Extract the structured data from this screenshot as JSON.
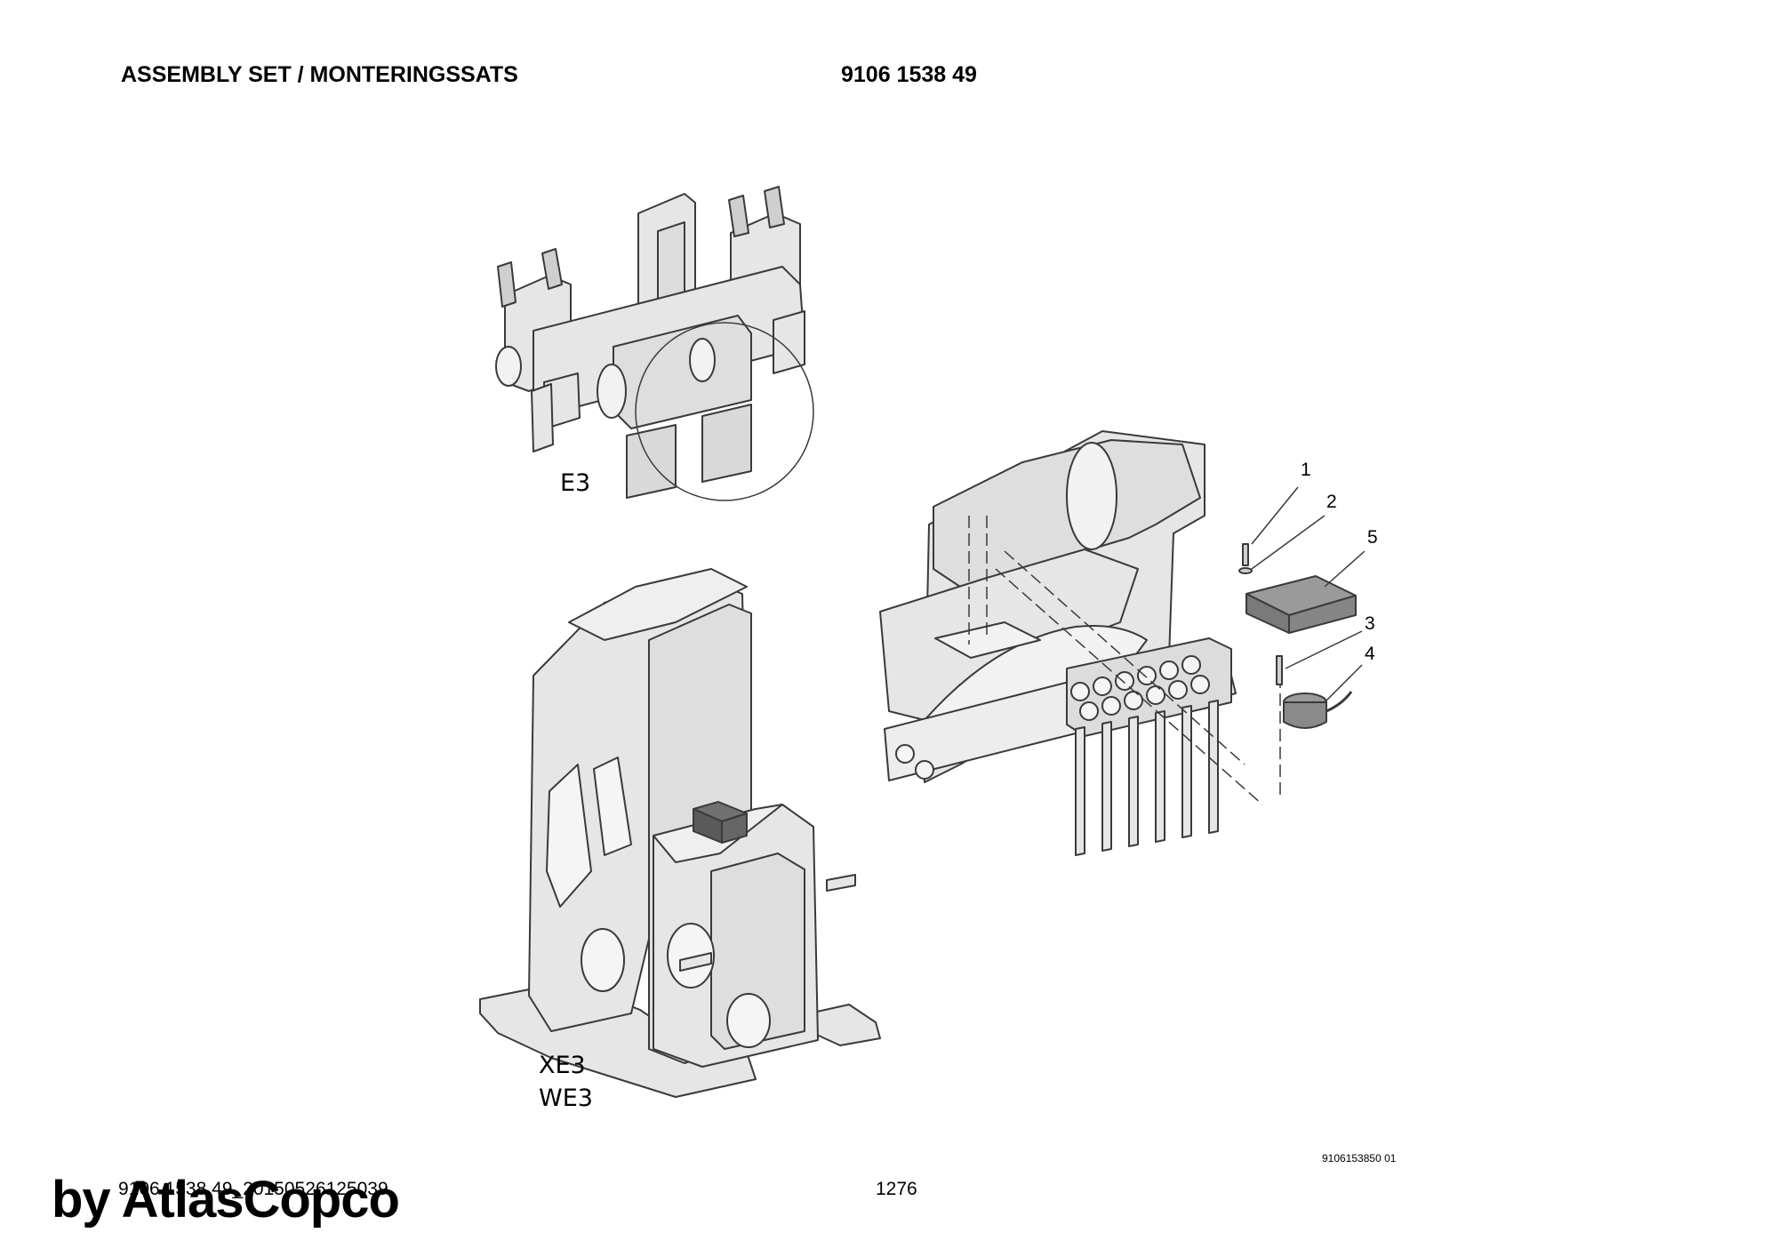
{
  "header": {
    "title": "ASSEMBLY SET / MONTERINGSSATS",
    "part_number": "9106 1538 49"
  },
  "views": {
    "top": "E3",
    "bottom_line1": "XE3",
    "bottom_line2": "WE3"
  },
  "callouts": [
    "1",
    "2",
    "5",
    "3",
    "4"
  ],
  "footer": {
    "file_id": "9106 1538 49_20150526125039",
    "page": "1276",
    "ref_code": "9106153850 01",
    "watermark": "by AtlasCopco"
  },
  "colors": {
    "fill": "#e6e6e6",
    "stroke": "#3a3a3a",
    "cover": "#8a8a8a"
  }
}
